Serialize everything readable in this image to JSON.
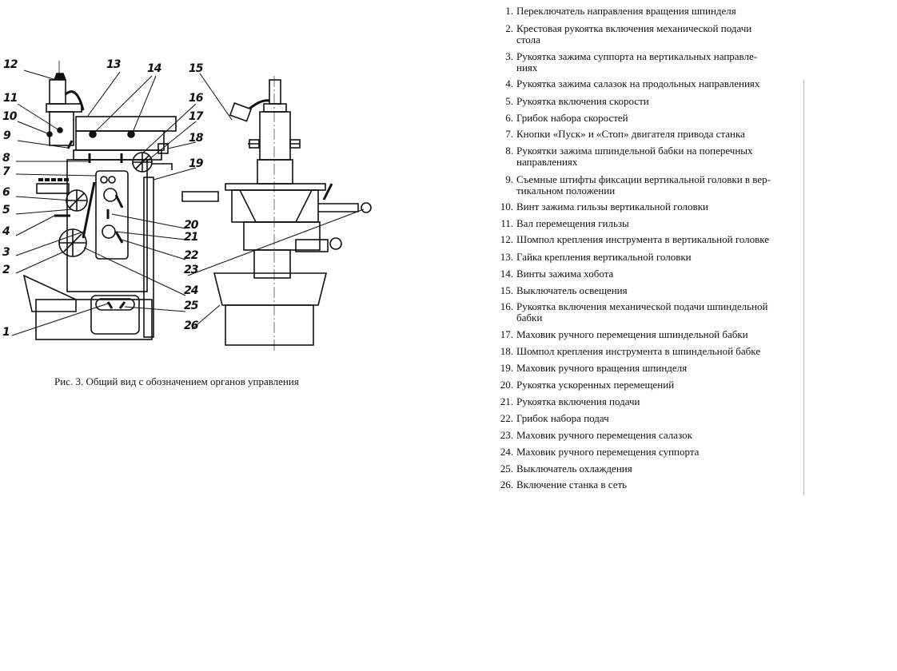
{
  "figure": {
    "caption": "Рис. 3. Общий вид с обозначением органов управления",
    "callouts": [
      "1",
      "2",
      "3",
      "4",
      "5",
      "6",
      "7",
      "8",
      "9",
      "10",
      "11",
      "12",
      "13",
      "14",
      "15",
      "16",
      "17",
      "18",
      "19",
      "20",
      "21",
      "22",
      "23",
      "24",
      "25",
      "26"
    ]
  },
  "legend": {
    "items": [
      {
        "num": "1.",
        "text": "Переключатель направления вращения шпинделя"
      },
      {
        "num": "2.",
        "text": "Крестовая  рукоятка  включения механической подачи",
        "cont": "стола"
      },
      {
        "num": "3.",
        "text": "Рукоятка зажима суппорта на вертикальных направле-",
        "cont": "ниях"
      },
      {
        "num": "4.",
        "text": "Рукоятка зажима салазок на продольных направлениях"
      },
      {
        "num": "5.",
        "text": "Рукоятка включения скорости"
      },
      {
        "num": "6.",
        "text": "Грибок набора скоростей"
      },
      {
        "num": "7.",
        "text": "Кнопки «Пуск» и «Стоп» двигателя привода станка"
      },
      {
        "num": "8.",
        "text": "Рукоятки  зажима  шпиндельной бабки на поперечных",
        "cont": "направлениях"
      },
      {
        "num": "9.",
        "text": "Съемные штифты фиксации вертикальной головки в вер-",
        "cont": "тикальном положении"
      },
      {
        "num": "10.",
        "text": "Винт зажима гильзы вертикальной головки"
      },
      {
        "num": "11.",
        "text": "Вал перемещения гильзы"
      },
      {
        "num": "12.",
        "text": "Шомпол крепления инструмента в вертикальной головке"
      },
      {
        "num": "13.",
        "text": "Гайка крепления вертикальной головки"
      },
      {
        "num": "14.",
        "text": "Винты зажима хобота"
      },
      {
        "num": "15.",
        "text": "Выключатель освещения"
      },
      {
        "num": "16.",
        "text": "Рукоятка включения механической подачи шпиндельной",
        "cont": "бабки"
      },
      {
        "num": "17.",
        "text": "Маховик ручного перемещения шпиндельной бабки"
      },
      {
        "num": "18.",
        "text": "Шомпол крепления инструмента в шпиндельной бабке"
      },
      {
        "num": "19.",
        "text": "Маховик ручного вращения шпинделя"
      },
      {
        "num": "20.",
        "text": "Рукоятка ускоренных перемещений"
      },
      {
        "num": "21.",
        "text": "Рукоятка включения подачи"
      },
      {
        "num": "22.",
        "text": "Грибок набора подач"
      },
      {
        "num": "23.",
        "text": "Маховик ручного перемещения салазок"
      },
      {
        "num": "24.",
        "text": "Маховик ручного перемещения суппорта"
      },
      {
        "num": "25.",
        "text": "Выключатель охлаждения"
      },
      {
        "num": "26.",
        "text": "Включение станка в сеть"
      }
    ]
  }
}
